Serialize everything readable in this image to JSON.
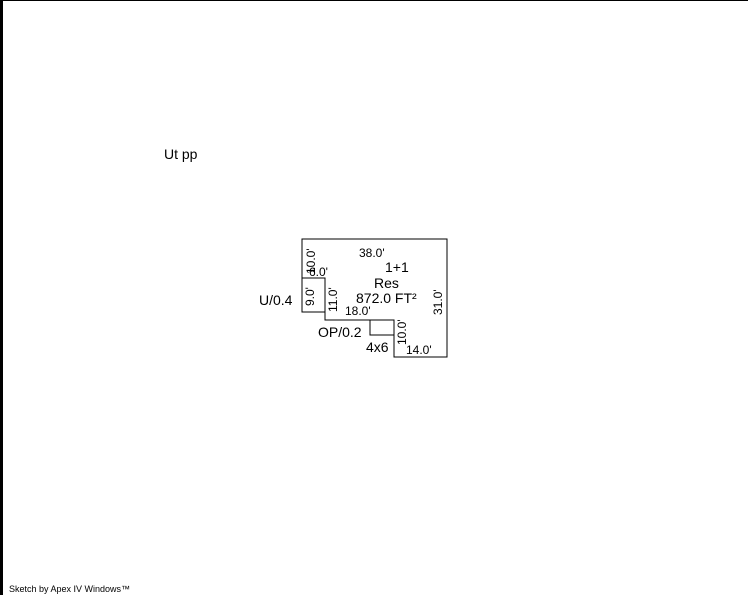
{
  "labels": {
    "ut_pp": "Ut pp",
    "u_area": "U/0.4",
    "op_area": "OP/0.2",
    "size_4x6": "4x6"
  },
  "sketch": {
    "dim_top": "38.0'",
    "dim_left_upper": "10.0'",
    "dim_notch_top": "6.0'",
    "dim_u_height": "9.0'",
    "dim_inner_vertical": "11.0'",
    "dim_bottom_inner": "18.0'",
    "dim_right": "31.0'",
    "dim_lower_vertical": "10.0'",
    "dim_bottom": "14.0'",
    "name_line1": "1+1",
    "name_line2": "Res",
    "area": "872.0 FT²"
  },
  "footer": {
    "credit": "Sketch by Apex IV Windows™"
  }
}
